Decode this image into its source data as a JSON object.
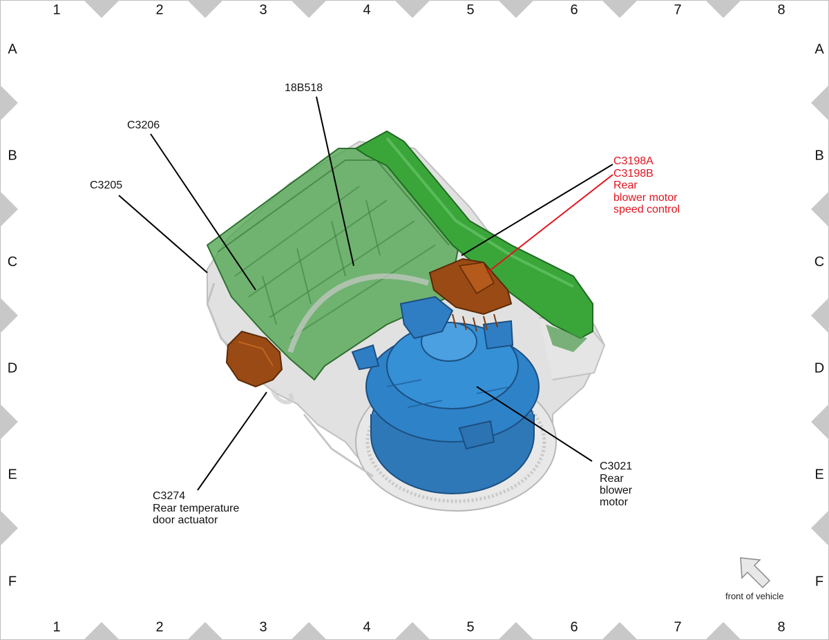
{
  "grid": {
    "columns": [
      "1",
      "2",
      "3",
      "4",
      "5",
      "6",
      "7",
      "8"
    ],
    "rows": [
      "A",
      "B",
      "C",
      "D",
      "E",
      "F"
    ]
  },
  "callouts": {
    "c3206": "C3206",
    "c3205": "C3205",
    "b18b518": "18B518",
    "c3198": [
      "C3198A",
      "C3198B",
      "Rear",
      "blower motor",
      "speed control"
    ],
    "c3274": [
      "C3274",
      "Rear temperature",
      "door actuator"
    ],
    "c3021": [
      "C3021",
      "Rear",
      "blower",
      "motor"
    ]
  },
  "orientation": {
    "label": "front of vehicle",
    "icon": "arrow-up-left-icon"
  },
  "colors": {
    "highlight": "#e0141e",
    "duct": "#3aa63a",
    "blower": "#2e7fc2",
    "connector": "#9a4a14",
    "marker": "#c8c8c8"
  }
}
